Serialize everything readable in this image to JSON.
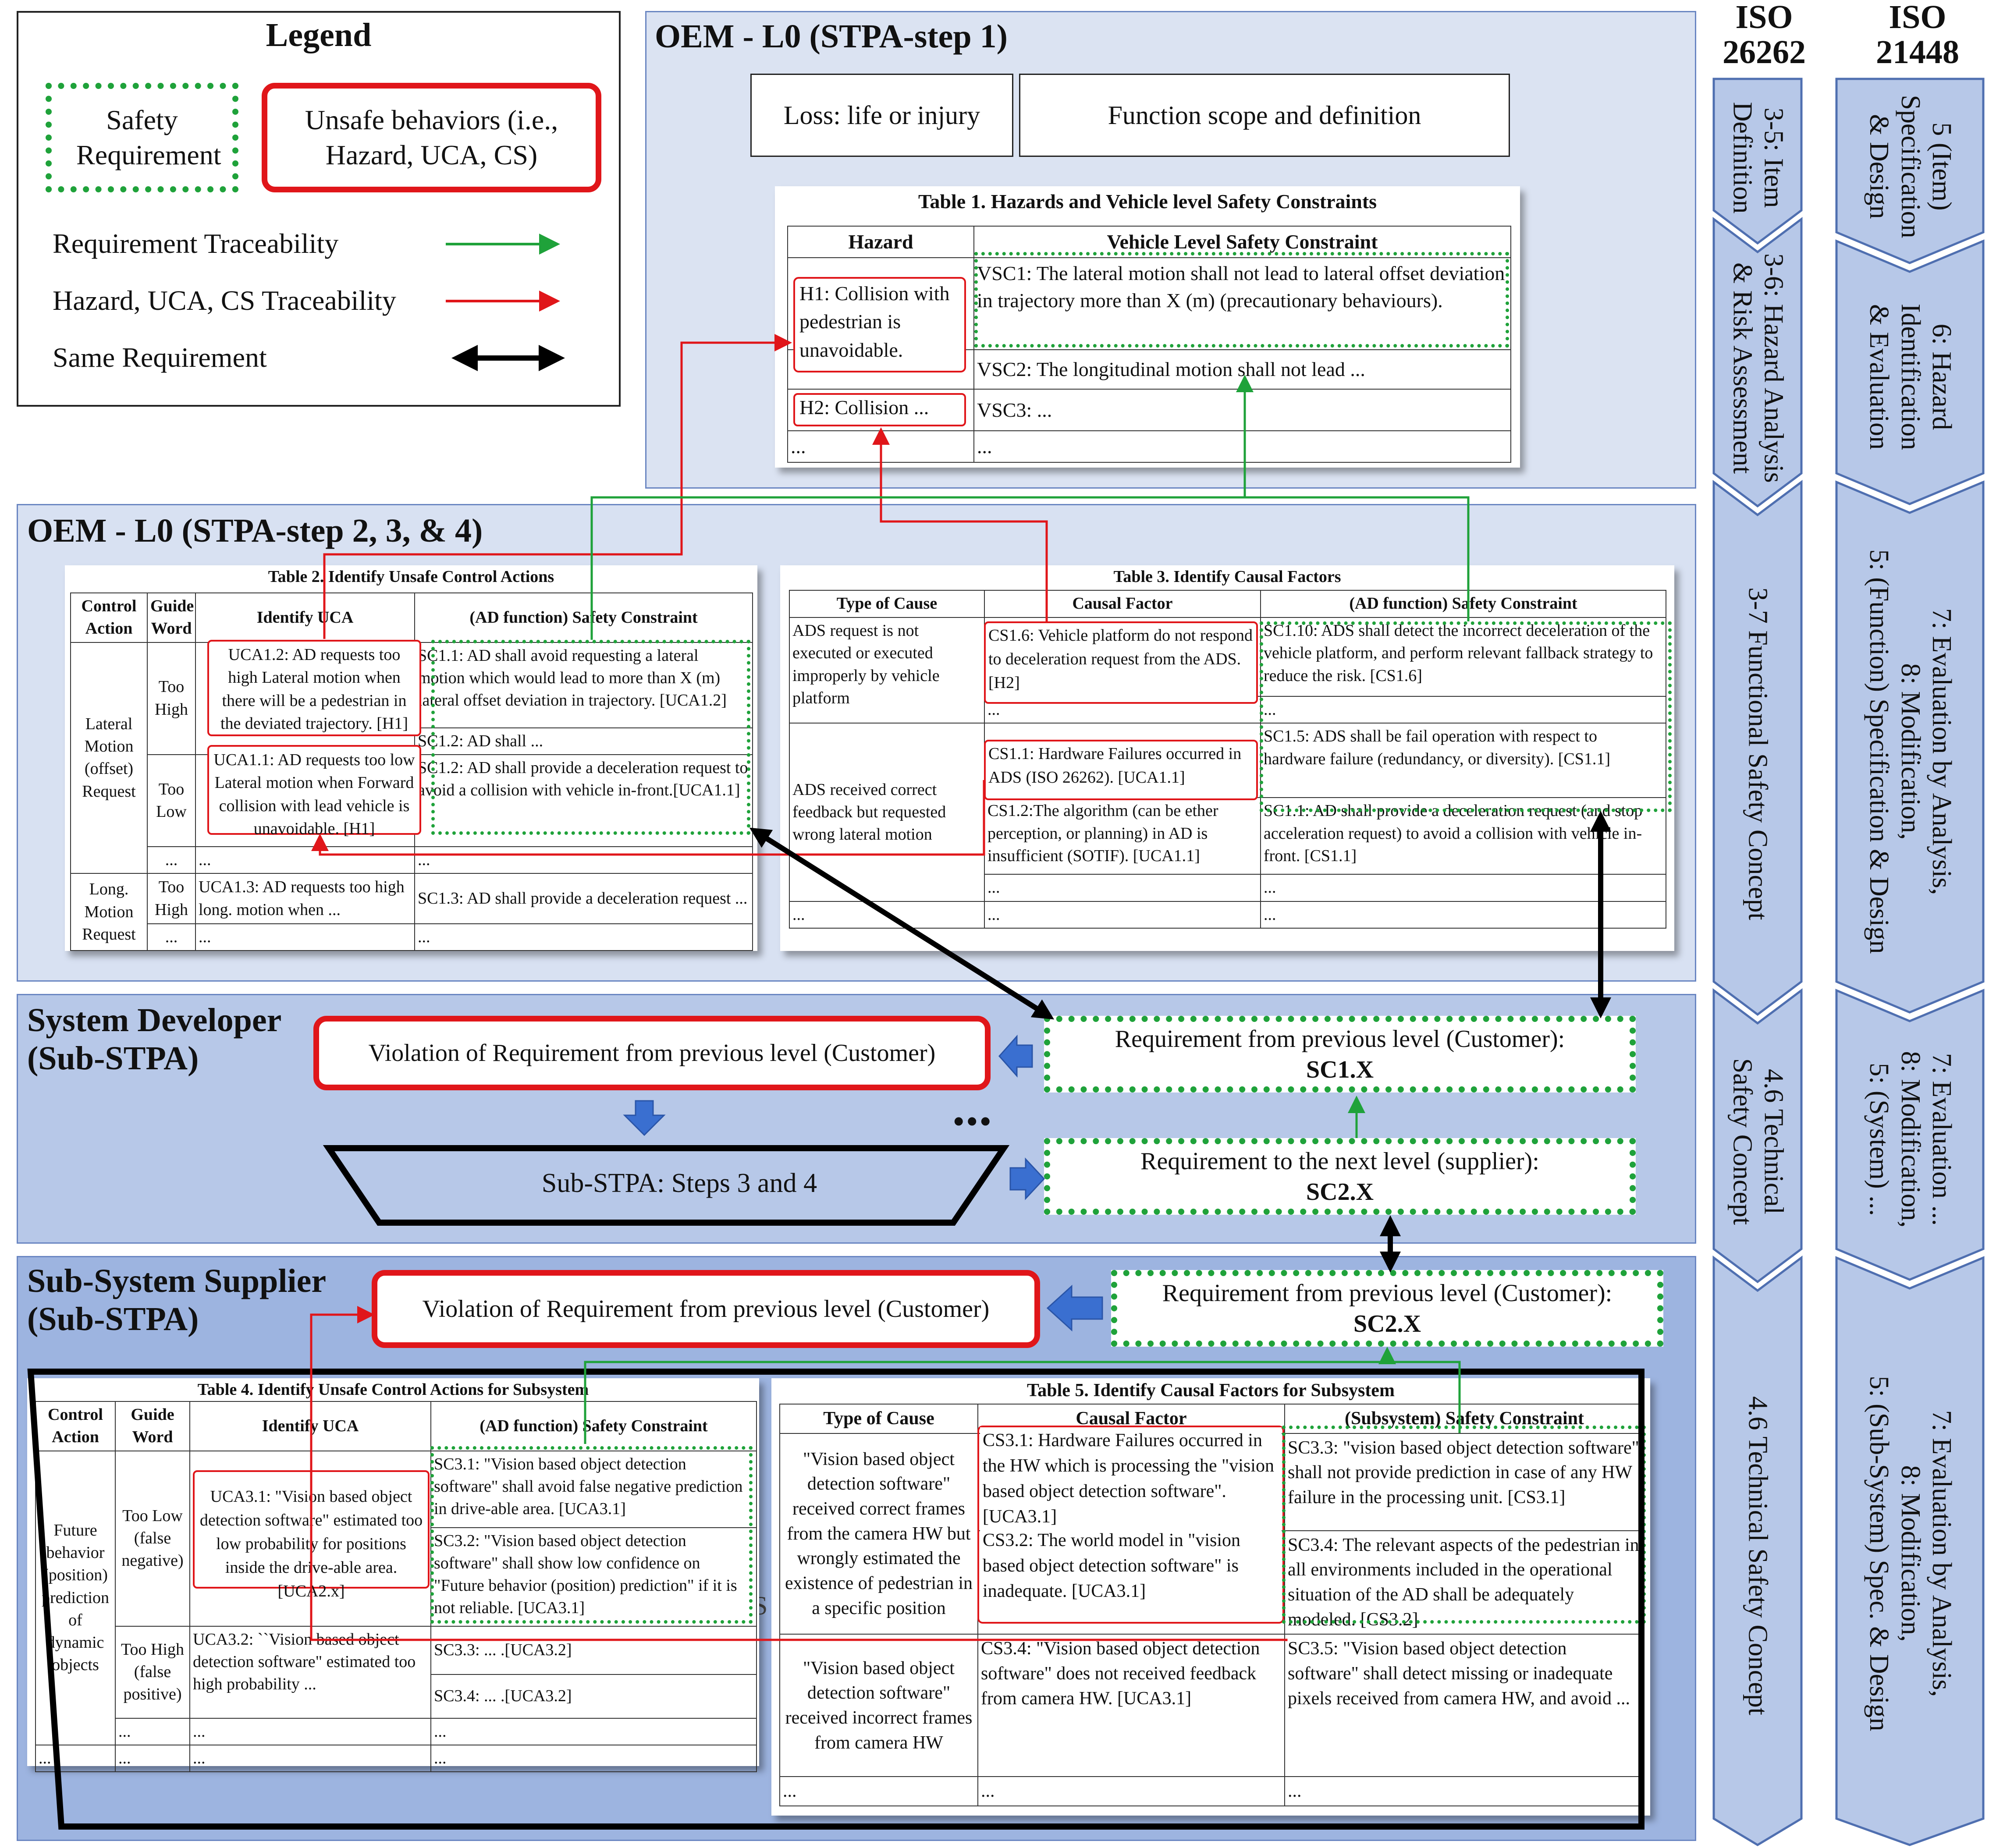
{
  "legend": {
    "title": "Legend",
    "safety_requirement": "Safety Requirement",
    "unsafe_behaviors": "Unsafe behaviors (i.e., Hazard, UCA, CS)",
    "requirement_traceability": "Requirement Traceability",
    "hazard_traceability": "Hazard, UCA, CS Traceability",
    "same_requirement": "Same Requirement"
  },
  "colors": {
    "green": "#1fa23a",
    "red": "#e0161a",
    "blue_arrow": "#3a6fd0",
    "panel_border": "#6a86c2"
  },
  "oem_step1": {
    "title": "OEM - L0 (STPA-step 1)",
    "loss": "Loss: life or injury",
    "function_scope": "Function scope and definition",
    "table1": {
      "title": "Table 1. Hazards and Vehicle level Safety Constraints",
      "headers": [
        "Hazard",
        "Vehicle Level Safety Constraint"
      ],
      "h1": "H1: Collision with pedestrian is unavoidable.",
      "h2": "H2: Collision ...",
      "h_more": "...",
      "vsc1": "VSC1: The lateral motion shall not lead to lateral offset deviation in trajectory more than X (m) (precautionary behaviours).",
      "vsc2": "VSC2: The longitudinal motion shall not lead ...",
      "vsc3": "VSC3:  ...",
      "vsc_more": "..."
    }
  },
  "oem_step234": {
    "title": "OEM - L0 (STPA-step 2, 3, & 4)",
    "table2": {
      "title": "Table 2. Identify Unsafe Control Actions",
      "headers": [
        "Control Action",
        "Guide Word",
        "Identify UCA",
        "(AD function) Safety Constraint"
      ],
      "ca_lateral": "Lateral Motion (offset) Request",
      "ca_long": "Long. Motion Request",
      "gw_too_high": "Too High",
      "gw_too_low": "Too Low",
      "gw_too_high2": "Too High",
      "uca12": "UCA1.2: AD requests too high Lateral motion when there will be a pedestrian in the deviated trajectory. [H1]",
      "uca11": "UCA1.1: AD requests too low Lateral motion when Forward collision with lead vehicle is unavoidable. [H1]",
      "uca13": "UCA1.3: AD requests too high long. motion when ...",
      "sc11": "SC1.1: AD shall avoid requesting a lateral motion which would lead to more than X (m) lateral offset deviation in trajectory. [UCA1.2]",
      "sc12a": "SC1.2: AD shall ...",
      "sc12b": "SC1.2: AD shall provide a deceleration request to avoid a collision with vehicle in-front.[UCA1.1]",
      "sc13": "SC1.3: AD shall provide a deceleration request ...",
      "dots": "..."
    },
    "table3": {
      "title": "Table 3. Identify Causal Factors",
      "headers": [
        "Type of Cause",
        "Causal Factor",
        "(AD function) Safety Constraint"
      ],
      "type1": "ADS request is not executed or executed improperly by vehicle platform",
      "type2": "ADS received correct feedback but requested wrong lateral motion",
      "cs16": "CS1.6: Vehicle platform do not respond to deceleration request from the ADS. [H2]",
      "cs11": "CS1.1: Hardware Failures occurred in ADS (ISO 26262). [UCA1.1]",
      "cs12": "CS1.2:The algorithm (can be ether perception, or planning) in AD is insufficient (SOTIF). [UCA1.1]",
      "sc110": "SC1.10: ADS shall detect the incorrect deceleration of the vehicle platform, and perform relevant fallback strategy to reduce the risk. [CS1.6]",
      "sc15": "SC1.5: ADS shall be fail operation with respect to hardware failure (redundancy, or diversity). [CS1.1]",
      "sc11b": "SC1.1: AD shall provide a deceleration request (and stop acceleration request) to avoid a collision with vehicle in-front. [CS1.1]",
      "dots": "..."
    }
  },
  "system_dev": {
    "title_1": "System Developer",
    "title_2": "(Sub-STPA)",
    "violation": "Violation of Requirement from previous level (Customer)",
    "req_prev": "Requirement from previous level (Customer):",
    "req_prev_id": "SC1.X",
    "sub_stpa": "Sub-STPA: Steps 3 and 4",
    "ellipsis": "•••",
    "req_next": "Requirement to the next level (supplier):",
    "req_next_id": "SC2.X"
  },
  "sub_supplier": {
    "title_1": "Sub-System Supplier",
    "title_2": "(Sub-STPA)",
    "violation": "Violation of Requirement from previous level (Customer)",
    "req_prev": "Requirement from previous level (Customer):",
    "req_prev_id": "SC2.X",
    "stray_s": "S",
    "table4": {
      "title": "Table 4. Identify Unsafe Control Actions for Subsystem",
      "headers": [
        "Control Action",
        "Guide Word",
        "Identify UCA",
        "(AD function) Safety Constraint"
      ],
      "ca": "Future behavior (position) prediction of dynamic objects",
      "gw_low": "Too Low (false negative)",
      "gw_high": "Too High (false positive)",
      "uca31": "UCA3.1: \"Vision based object detection software\" estimated too low probability for positions inside the drive-able area. [UCA2.x]",
      "uca32": "UCA3.2: ``Vision based object detection software\" estimated too high probability ...",
      "sc31": "SC3.1: \"Vision based object detection software\" shall avoid false negative prediction in drive-able area. [UCA3.1]",
      "sc32": "SC3.2: \"Vision based object detection software\" shall show low confidence on \"Future behavior (position) prediction\" if it is not reliable. [UCA3.1]",
      "sc33": "SC3.3: ... .[UCA3.2]",
      "sc34": "SC3.4: ... .[UCA3.2]",
      "dots": "..."
    },
    "table5": {
      "title": "Table 5. Identify Causal Factors for Subsystem",
      "headers": [
        "Type of Cause",
        "Causal Factor",
        "(Subsystem) Safety Constraint"
      ],
      "type1": "\"Vision based object detection software\" received correct frames from the camera HW but wrongly estimated the existence of pedestrian in a specific position",
      "type2": "\"Vision based object detection software\" received incorrect frames from camera HW",
      "cs31": "CS3.1: Hardware Failures occurred in the HW which is processing the \"vision based object detection software\". [UCA3.1]",
      "cs32": "CS3.2: The world model in \"vision based object detection software\" is inadequate. [UCA3.1]",
      "cs34": "CS3.4: \"Vision based object detection software\" does not received feedback from camera HW. [UCA3.1]",
      "sc33": "SC3.3: \"vision based object detection software\" shall not provide prediction in case of any HW failure in the processing unit. [CS3.1]",
      "sc34": "SC3.4: The relevant aspects of the pedestrian in all environments included in the operational situation of the AD shall be adequately modeled. [CS3.2]",
      "sc35": "SC3.5: \"Vision based object detection software\" shall detect missing or inadequate pixels received from camera HW, and avoid ...",
      "dots": "..."
    }
  },
  "iso26262": {
    "title_1": "ISO",
    "title_2": "26262",
    "s1": "3-5: Item Definition",
    "s2": "3-6: Hazard Analysis & Risk Assessment",
    "s3": "3-7 Functional Safety Concept",
    "s4": "4.6 Technical Safety Concept",
    "s5": "4.6 Technical Safety Concept"
  },
  "iso21448": {
    "title_1": "ISO",
    "title_2": "21448",
    "s1_a": "5 (Item)",
    "s1_b": "Specification",
    "s1_c": "& Design",
    "s2_a": "6: Hazard",
    "s2_b": "Identification",
    "s2_c": "& Evaluation",
    "s3_a": "7: Evaluation by Analysis,",
    "s3_b": "8: Modification,",
    "s3_c": "5: (Function) Specification & Design",
    "s4_a": "7: Evaluation ...",
    "s4_b": "8: Modification,",
    "s4_c": "5: (System) ...",
    "s5_a": "7: Evaluation by Analysis,",
    "s5_b": "8: Modification,",
    "s5_c": "5: (Sub-System) Spec. & Design"
  }
}
